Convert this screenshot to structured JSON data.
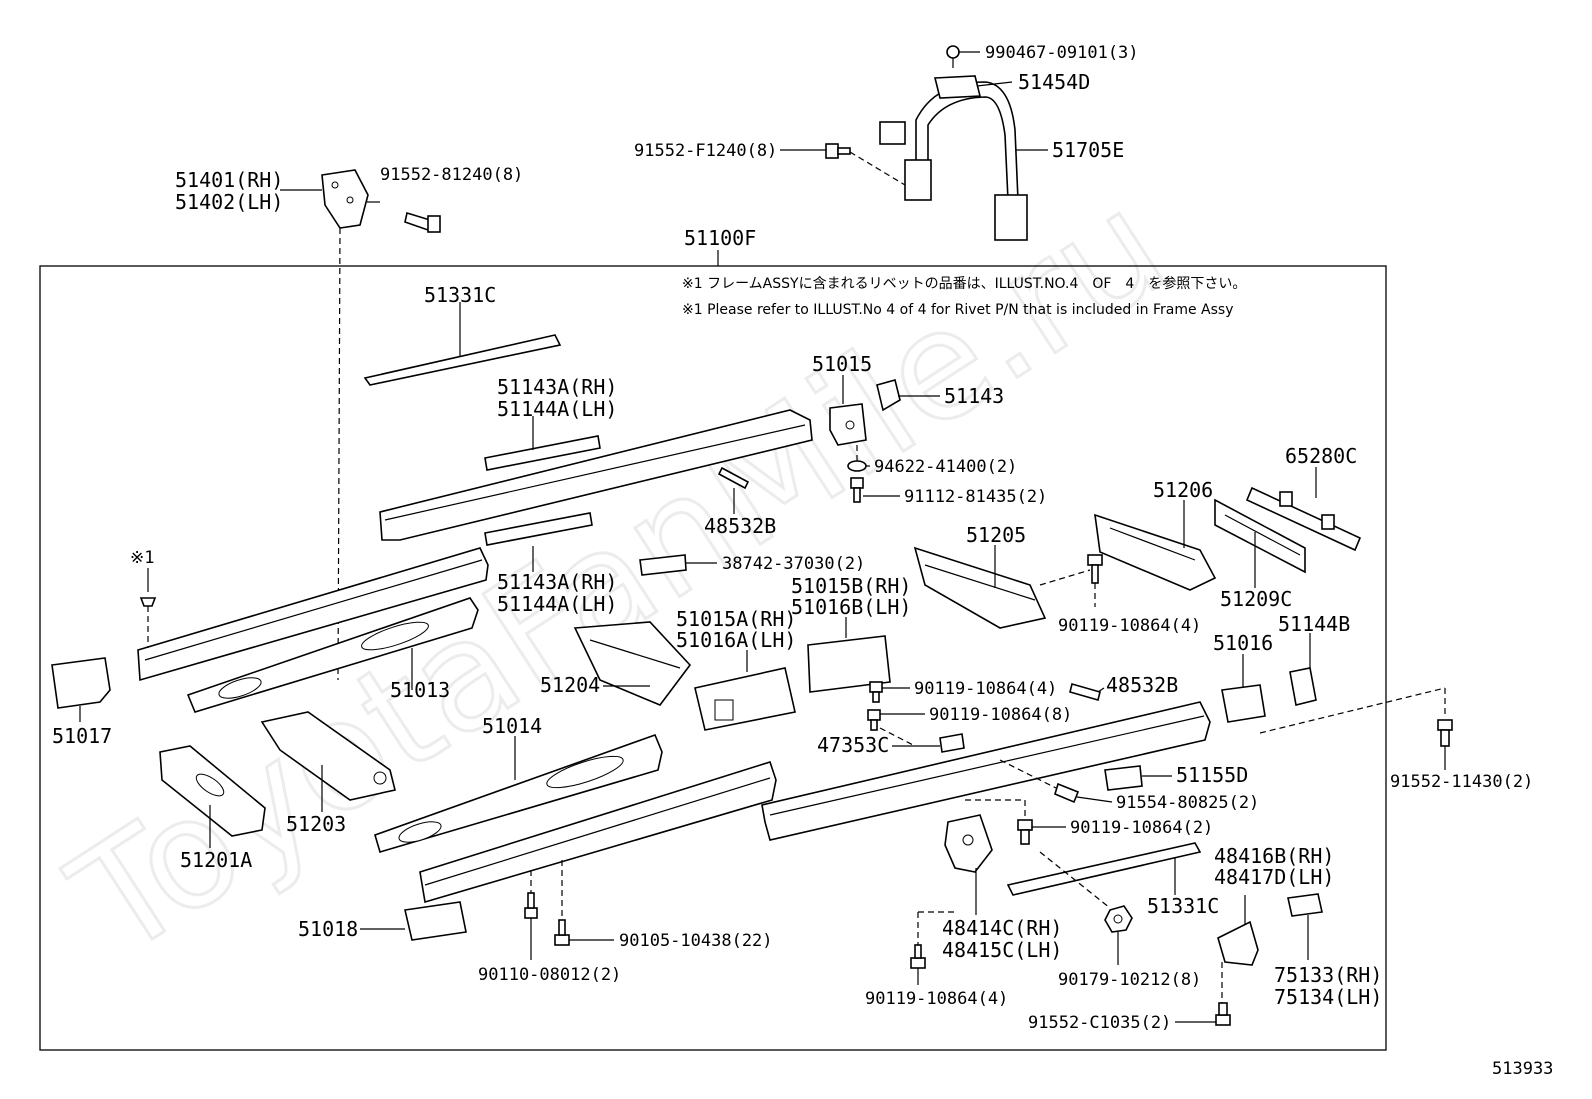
{
  "watermark": "ToyotaFanMile.ru",
  "frame_label": "51100F",
  "notes": {
    "jp": "※1 フレームASSYに含まれるリベットの品番は、ILLUST.NO.4　OF　4　を参照下さい。",
    "en": "※1 Please refer to ILLUST.No 4 of 4 for Rivet P/N that is included in Frame Assy"
  },
  "rivet_marker": "※1",
  "illustration_number": "513933",
  "parts": {
    "p990467": "990467-09101(3)",
    "p51454D": "51454D",
    "p91552F1240": "91552-F1240(8)",
    "p51705E": "51705E",
    "p51401": "51401(RH)",
    "p51402": "51402(LH)",
    "p9155281240": "91552-81240(8)",
    "p51331C_top": "51331C",
    "p51143A_top": "51143A(RH)",
    "p51144A_top": "51144A(LH)",
    "p51015": "51015",
    "p51143": "51143",
    "p94622": "94622-41400(2)",
    "p91112": "91112-81435(2)",
    "p48532B_top": "48532B",
    "p65280C": "65280C",
    "p51206": "51206",
    "p51205": "51205",
    "p38742": "38742-37030(2)",
    "p51143A_mid": "51143A(RH)",
    "p51144A_mid": "51144A(LH)",
    "p51015B": "51015B(RH)",
    "p51016B": "51016B(LH)",
    "p51015A": "51015A(RH)",
    "p51016A": "51016A(LH)",
    "p51209C": "51209C",
    "p90119_a": "90119-10864(4)",
    "p51144B": "51144B",
    "p51016": "51016",
    "p51013": "51013",
    "p51204": "51204",
    "p90119_b": "90119-10864(4)",
    "p48532B_mid": "48532B",
    "p90119_c": "90119-10864(8)",
    "p51017": "51017",
    "p51014": "51014",
    "p47353C": "47353C",
    "p51155D": "51155D",
    "p91554": "91554-80825(2)",
    "p91552_11430": "91552-11430(2)",
    "p51203": "51203",
    "p90119_d": "90119-10864(2)",
    "p51201A": "51201A",
    "p48416B": "48416B(RH)",
    "p48417D": "48417D(LH)",
    "p51331C_bot": "51331C",
    "p51018": "51018",
    "p90105": "90105-10438(22)",
    "p48414C": "48414C(RH)",
    "p48415C": "48415C(LH)",
    "p90179": "90179-10212(8)",
    "p75133": "75133(RH)",
    "p75134": "75134(LH)",
    "p90110": "90110-08012(2)",
    "p90119_e": "90119-10864(4)",
    "p91552C1035": "91552-C1035(2)"
  }
}
